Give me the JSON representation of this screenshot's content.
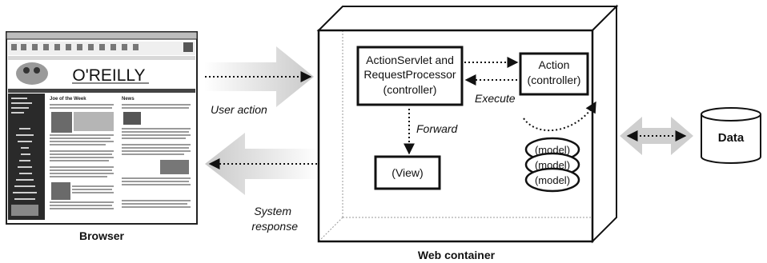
{
  "browser": {
    "label": "Browser",
    "brand": "O'REILLY",
    "page_heading_left": "Joe of the Week",
    "page_heading_right": "News"
  },
  "flows": {
    "user_action": "User action",
    "system_response_line1": "System",
    "system_response_line2": "response",
    "forward": "Forward",
    "execute": "Execute"
  },
  "container": {
    "label": "Web container",
    "controller_line1": "ActionServlet and",
    "controller_line2": "RequestProcessor",
    "controller_line3": "(controller)",
    "action_line1": "Action",
    "action_line2": "(controller)",
    "view": "(View)",
    "models": [
      "(model)",
      "(model)",
      "(model)"
    ]
  },
  "data_store": {
    "label": "Data"
  },
  "colors": {
    "arrow_gray": "#cfcfcf",
    "ink": "#111111"
  }
}
